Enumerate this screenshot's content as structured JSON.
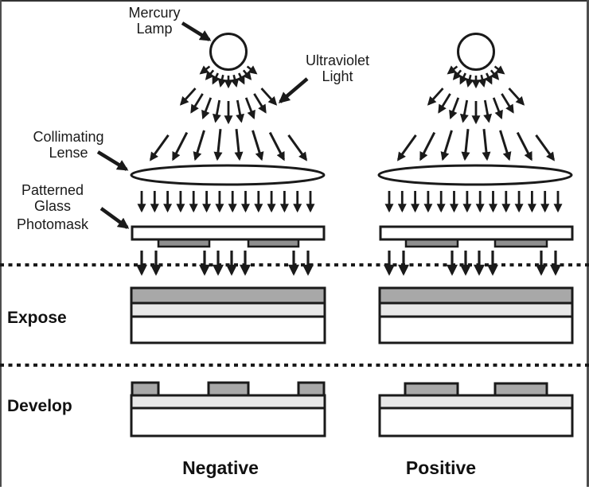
{
  "diagram": {
    "annotations": {
      "mercury_lamp": [
        "Mercury",
        "Lamp"
      ],
      "ultraviolet_light": [
        "Ultraviolet",
        "Light"
      ],
      "collimating_lense": [
        "Collimating",
        "Lense"
      ],
      "photomask": [
        "Patterned",
        "Glass",
        "Photomask"
      ]
    },
    "stages": {
      "expose": "Expose",
      "develop": "Develop"
    },
    "processes": {
      "negative": "Negative",
      "positive": "Positive"
    },
    "colors": {
      "ink": "#1a1a1a",
      "mask_pattern_gray": "#8f8f8f",
      "resist_gray": "#a8a8a8",
      "light_gray": "#e8e8e8",
      "background": "#ffffff"
    }
  }
}
